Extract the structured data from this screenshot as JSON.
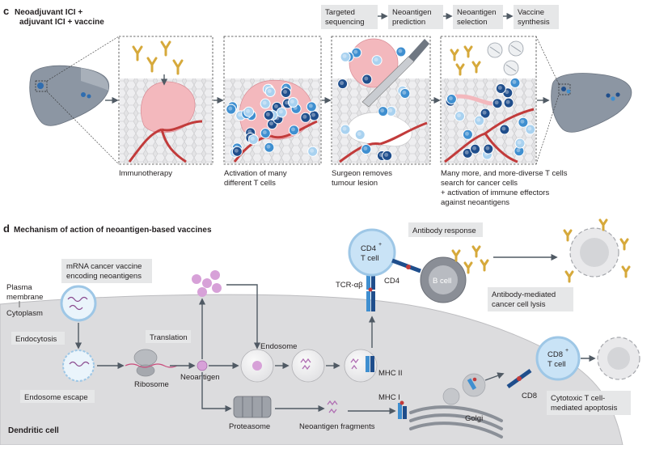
{
  "panel_c": {
    "letter": "c",
    "title_line1": "Neoadjuvant ICI +",
    "title_line2": "adjuvant ICI + vaccine",
    "pipeline": [
      {
        "line1": "Targeted",
        "line2": "sequencing"
      },
      {
        "line1": "Neoantigen",
        "line2": "prediction"
      },
      {
        "line1": "Neoantigen",
        "line2": "selection"
      },
      {
        "line1": "Vaccine",
        "line2": "synthesis"
      }
    ],
    "captions": [
      {
        "lines": [
          "Immunotherapy"
        ]
      },
      {
        "lines": [
          "Activation of many",
          "different T cells"
        ]
      },
      {
        "lines": [
          "Surgeon removes",
          "tumour lesion"
        ]
      },
      {
        "lines": [
          "Many more, and more-diverse T cells",
          "search for cancer cells",
          "+ activation of immune effectors",
          "against neoantigens"
        ]
      }
    ]
  },
  "panel_d": {
    "letter": "d",
    "title": "Mechanism of action of neoantigen-based vaccines",
    "labels": {
      "plasma_membrane_1": "Plasma",
      "plasma_membrane_2": "membrane",
      "cytoplasm": "Cytoplasm",
      "vaccine_box_1": "mRNA cancer vaccine",
      "vaccine_box_2": "encoding neoantigens",
      "endocytosis": "Endocytosis",
      "endosome_escape": "Endosome escape",
      "translation": "Translation",
      "ribosome": "Ribosome",
      "neoantigen": "Neoantigen",
      "endosome": "Endosome",
      "mhc2": "MHC II",
      "mhc1": "MHC I",
      "proteasome": "Proteasome",
      "fragments": "Neoantigen fragments",
      "golgi": "Golgi",
      "dendritic_cell": "Dendritic cell",
      "cd4_cell_1": "CD4",
      "cd4_sup": "+",
      "cd4_cell_2": "T cell",
      "tcr": "TCR-αβ",
      "cd4": "CD4",
      "b_cell": "B cell",
      "antibody_response": "Antibody response",
      "lysis_1": "Antibody-mediated",
      "lysis_2": "cancer cell lysis",
      "cd8_cell_1": "CD8",
      "cd8_sup": "+",
      "cd8_cell_2": "T cell",
      "cd8": "CD8",
      "apoptosis_1": "Cytotoxic T cell-",
      "apoptosis_2": "mediated apoptosis"
    }
  },
  "colors": {
    "tumour_pink": "#f3b8bd",
    "tcell_dark": "#1f4e8c",
    "tcell_mid": "#3f8fd0",
    "tcell_light": "#a9d2f0",
    "antibody_gold": "#d6a93b",
    "cell_grey": "#dcdcde",
    "label_box": "#e6e7e8"
  }
}
